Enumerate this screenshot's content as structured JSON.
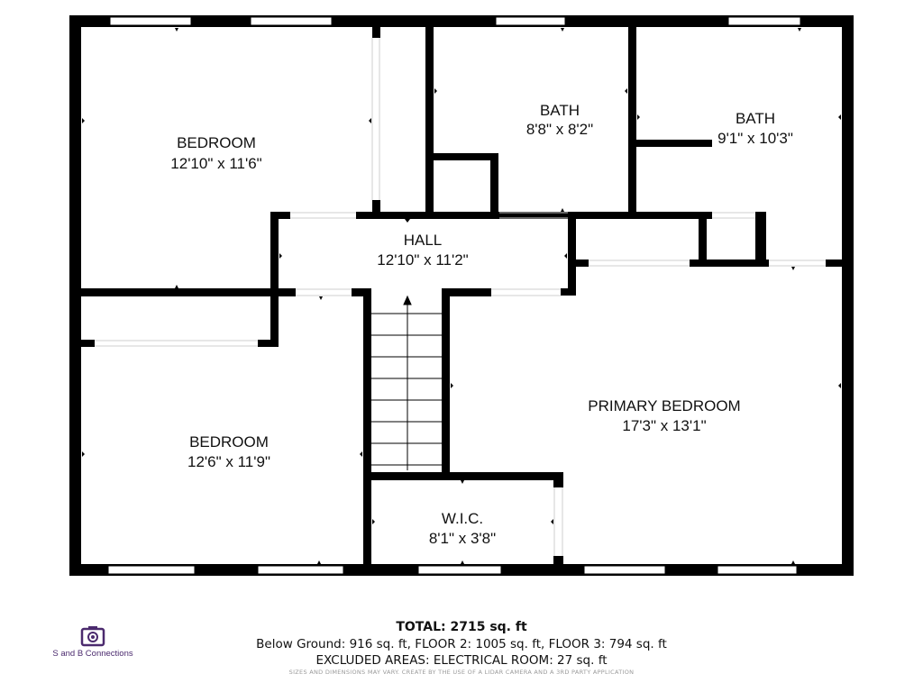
{
  "rooms": [
    {
      "name": "BEDROOM",
      "dims": "12'10\" x 11'6\""
    },
    {
      "name": "BATH",
      "dims": "8'8\" x 8'2\""
    },
    {
      "name": "BATH",
      "dims": "9'1\" x 10'3\""
    },
    {
      "name": "HALL",
      "dims": "12'10\" x 11'2\""
    },
    {
      "name": "PRIMARY BEDROOM",
      "dims": "17'3\" x 13'1\""
    },
    {
      "name": "BEDROOM",
      "dims": "12'6\" x 11'9\""
    },
    {
      "name": "W.I.C.",
      "dims": "8'1\" x 3'8\""
    }
  ],
  "summary": {
    "total": "TOTAL: 2715 sq. ft",
    "line1": "Below Ground: 916 sq. ft, FLOOR 2: 1005 sq. ft, FLOOR 3: 794 sq. ft",
    "line2": "EXCLUDED AREAS: ELECTRICAL ROOM: 27 sq. ft",
    "disclaimer": "SIZES AND DIMENSIONS MAY VARY. CREATE BY THE USE OF A LIDAR CAMERA AND A 3RD PARTY APPLICATION"
  },
  "logo": {
    "text": "S and B Connections",
    "icon": "camera-logo-icon",
    "color": "#4b2a6e"
  },
  "colors": {
    "wall": "#000000",
    "window": "#ffffff",
    "background": "#ffffff"
  }
}
